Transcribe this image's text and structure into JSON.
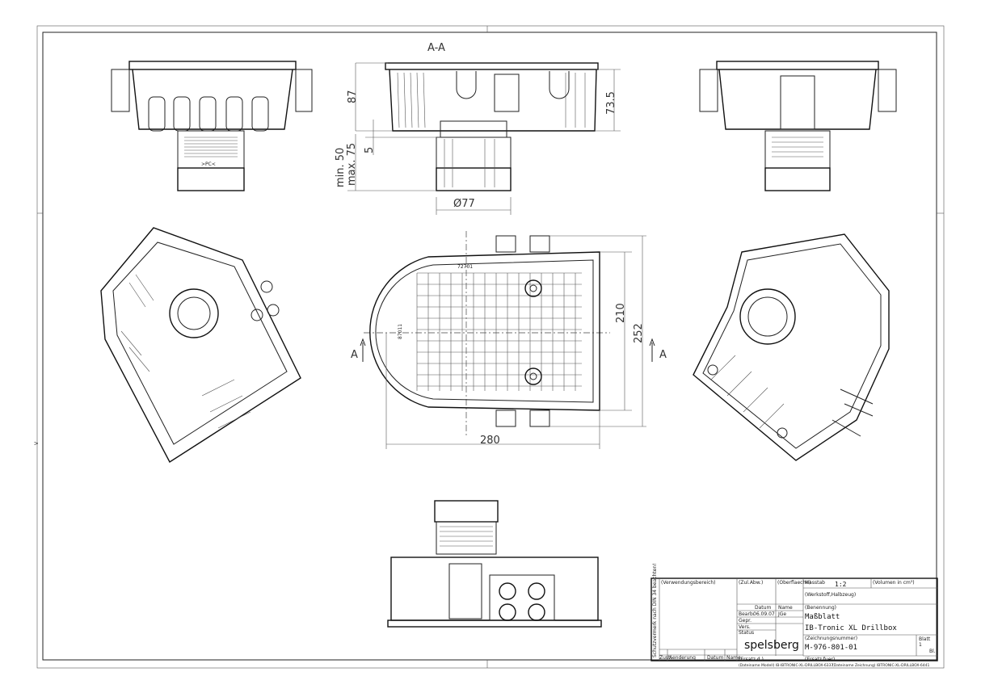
{
  "drawing": {
    "section_label": "A-A",
    "section_marker": "A",
    "dimensions": {
      "height_87": "87",
      "height_73_5": "73.5",
      "min_50": "min. 50",
      "max_75": "max. 75",
      "dim_5": "5",
      "diameter_77": "Ø77",
      "height_210": "210",
      "height_252": "252",
      "width_280": "280"
    },
    "part_labels": {
      "top_view_mark": "72701",
      "side_view_mark": "87011",
      "front_body_mark": ">PC<"
    },
    "left_margin_label": "Schutzvermerk nach DIN 34 beachten!",
    "left_edge_mark": "V"
  },
  "title_block": {
    "verwendung": "(Verwendungsbereich)",
    "zul_abw": "(Zul.Abw.)",
    "oberflaeche": "(Oberflaeche)",
    "massstab_label": "Masstab",
    "massstab_value": "1:2",
    "volumen": "(Volumen in cm³)",
    "werkstoff": "(Werkstoff,Halbzeug)",
    "datum_label": "Datum",
    "name_label": "Name",
    "bearb": "Bearb.",
    "bearb_date": "06.09.07",
    "bearb_name": "JGe",
    "gepr": "Gepr.",
    "vers": "Vers.",
    "status": "Status",
    "benennung_label": "(Benennung)",
    "benennung_1": "Maßblatt",
    "benennung_2": "IB-Tronic XL Drillbox",
    "zeichnungsnummer_label": "(Zeichnungsnummer)",
    "zeichnungsnummer": "M-976-801-01",
    "blatt_label": "Blatt",
    "blatt_value": "1",
    "bl_label": "Bl.",
    "ersatz_fuer": "(Ersatz fuer)",
    "ersatz_durch": "(Ersatz d.)",
    "zust": "Zust.",
    "aenderung": "Aenderung",
    "datum": "Datum",
    "name": "Name",
    "brand": "spelsberg",
    "footer_model": "(Dateiname Modell) IB-IBTRONIC-XL-DRILLBOX-6337",
    "footer_drawing": "(Dateiname Zeichnung) IBTRONIC-XL-DRILLBOX-6441"
  }
}
